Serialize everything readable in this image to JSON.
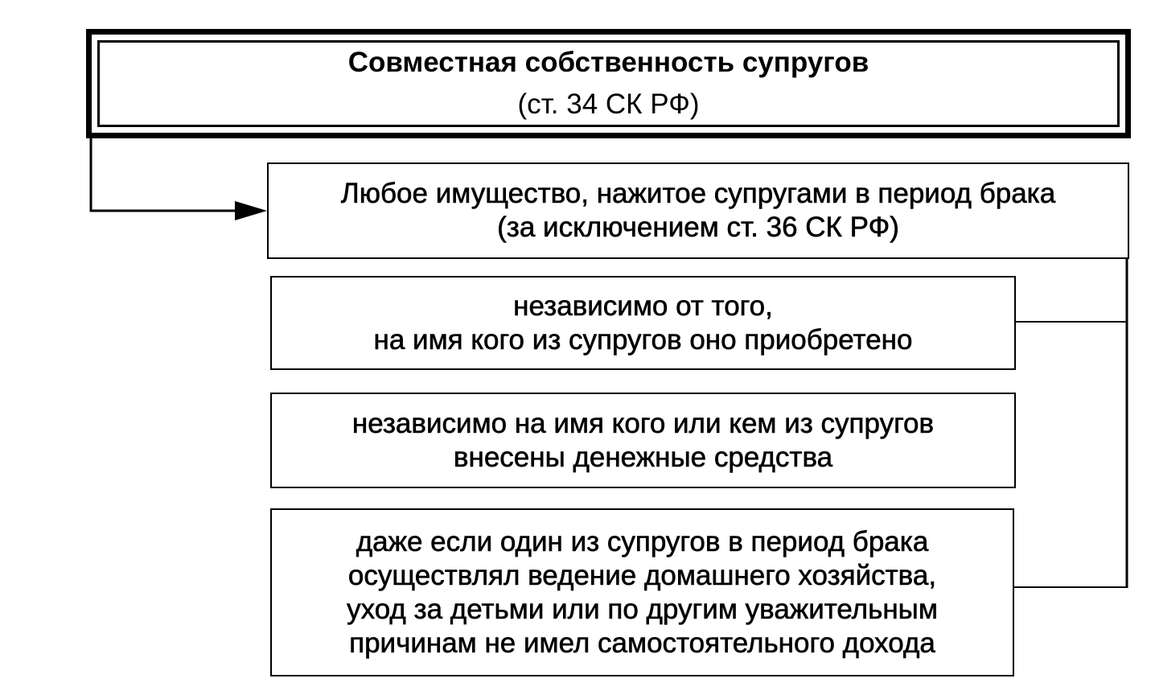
{
  "title": {
    "line1": "Совместная собственность супругов",
    "line2": "(ст. 34 СК РФ)"
  },
  "main_box": {
    "line1": "Любое имущество, нажитое супругами в период брака",
    "line2": "(за исключением ст. 36 СК РФ)"
  },
  "conditions": [
    {
      "lines": [
        "независимо от того,",
        "на имя кого из супругов оно приобретено"
      ]
    },
    {
      "lines": [
        "независимо на имя кого или кем из супругов",
        "внесены денежные средства"
      ]
    },
    {
      "lines": [
        "даже если один из супругов в период брака",
        "осуществлял ведение домашнего хозяйства,",
        "уход за детьми или по другим уважительным",
        "причинам не имел самостоятельного дохода"
      ]
    }
  ]
}
